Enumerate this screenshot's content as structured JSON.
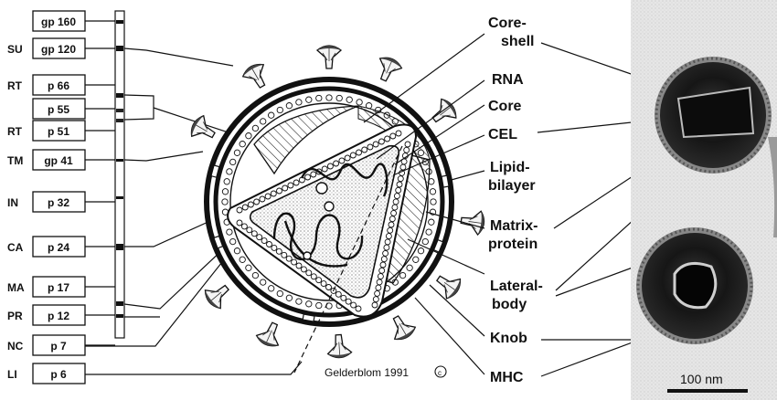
{
  "gel": {
    "bands": [
      {
        "side": "",
        "box": "gp 160"
      },
      {
        "side": "SU",
        "box": "gp 120"
      },
      {
        "side": "RT",
        "box": "p 66"
      },
      {
        "side": "",
        "box": "p 55"
      },
      {
        "side": "RT",
        "box": "p 51"
      },
      {
        "side": "TM",
        "box": "gp 41"
      },
      {
        "side": "IN",
        "box": "p 32"
      },
      {
        "side": "CA",
        "box": "p 24"
      },
      {
        "side": "MA",
        "box": "p 17"
      },
      {
        "side": "PR",
        "box": "p 12"
      },
      {
        "side": "NC",
        "box": "p 7"
      },
      {
        "side": "LI",
        "box": "p 6"
      }
    ]
  },
  "labels": {
    "core_shell_1": "Core-",
    "core_shell_2": "shell",
    "rna": "RNA",
    "core": "Core",
    "cel": "CEL",
    "lipid_1": "Lipid-",
    "lipid_2": "bilayer",
    "matrix_1": "Matrix-",
    "matrix_2": "protein",
    "lateral_1": "Lateral-",
    "lateral_2": "body",
    "knob": "Knob",
    "mhc": "MHC"
  },
  "credit": "Gelderblom 1991",
  "scale_bar": "100 nm",
  "colors": {
    "ink": "#111111",
    "micro_bg": "#e4e4e4"
  }
}
